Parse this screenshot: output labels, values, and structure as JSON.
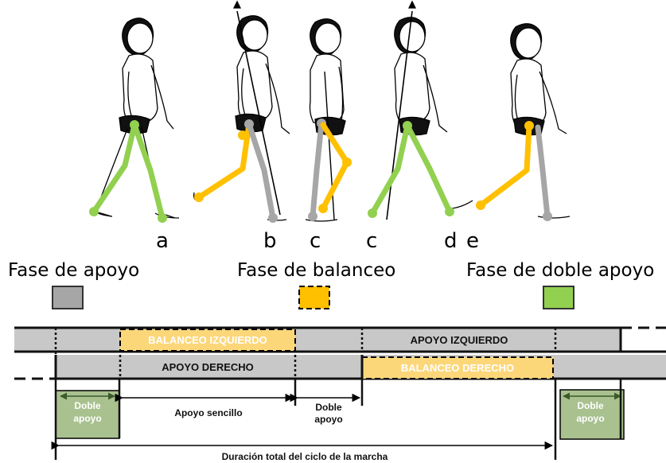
{
  "figure_letters": [
    "a",
    "b",
    "c",
    "c",
    "d",
    "e"
  ],
  "legend": {
    "stance_label": "Fase de apoyo",
    "swing_label": "Fase de balanceo",
    "double_label": "Fase de doble apoyo"
  },
  "bars": {
    "left_swing": "BALANCEO IZQUIERDO",
    "left_stance": "APOYO IZQUIERDO",
    "right_stance": "APOYO DERECHO",
    "right_swing": "BALANCEO DERECHO"
  },
  "annotations": {
    "double_support_1": [
      "Doble",
      "apoyo"
    ],
    "single_support": "Apoyo sencillo",
    "double_support_mid": [
      "Doble",
      "apoyo"
    ],
    "double_support_2": [
      "Doble",
      "apoyo"
    ],
    "total_cycle": "Duración total del ciclo de la marcha"
  },
  "colors": {
    "stance": "#a6a6a6",
    "swing": "#ffc000",
    "double": "#92d050",
    "bar_gray": "#c8c8c8",
    "bar_yellow": "#fcd77a",
    "double_box": "#a9c18f"
  }
}
